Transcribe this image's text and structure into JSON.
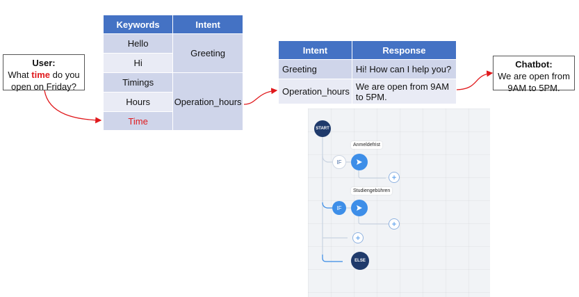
{
  "user_box": {
    "title": "User:",
    "line1_pre": "What ",
    "line1_highlight": "time",
    "line1_post": " do you",
    "line2": "open on Friday?"
  },
  "keywords_table": {
    "headers": [
      "Keywords",
      "Intent"
    ],
    "keywords": [
      "Hello",
      "Hi",
      "Timings",
      "Hours",
      "Time"
    ],
    "intents": [
      "Greeting",
      "Operation_hours"
    ]
  },
  "response_table": {
    "headers": [
      "Intent",
      "Response"
    ],
    "rows": [
      {
        "intent": "Greeting",
        "response": "Hi! How can I help you?"
      },
      {
        "intent": "Operation_hours",
        "response": "We are open from 9AM to 5PM."
      }
    ]
  },
  "chatbot_box": {
    "title": "Chatbot:",
    "line1": "We are open from",
    "line2": "9AM to 5PM."
  },
  "flow": {
    "start": "START",
    "label1": "Anmeldefrist",
    "if1": "IF",
    "label2": "Studiengebühren",
    "if2": "IF",
    "plus": "+",
    "else": "ELSE"
  },
  "colors": {
    "header_blue": "#4472c4",
    "highlight_red": "#e0191c",
    "node_dark": "#1f3a6b",
    "node_blue": "#3d8ee8"
  }
}
